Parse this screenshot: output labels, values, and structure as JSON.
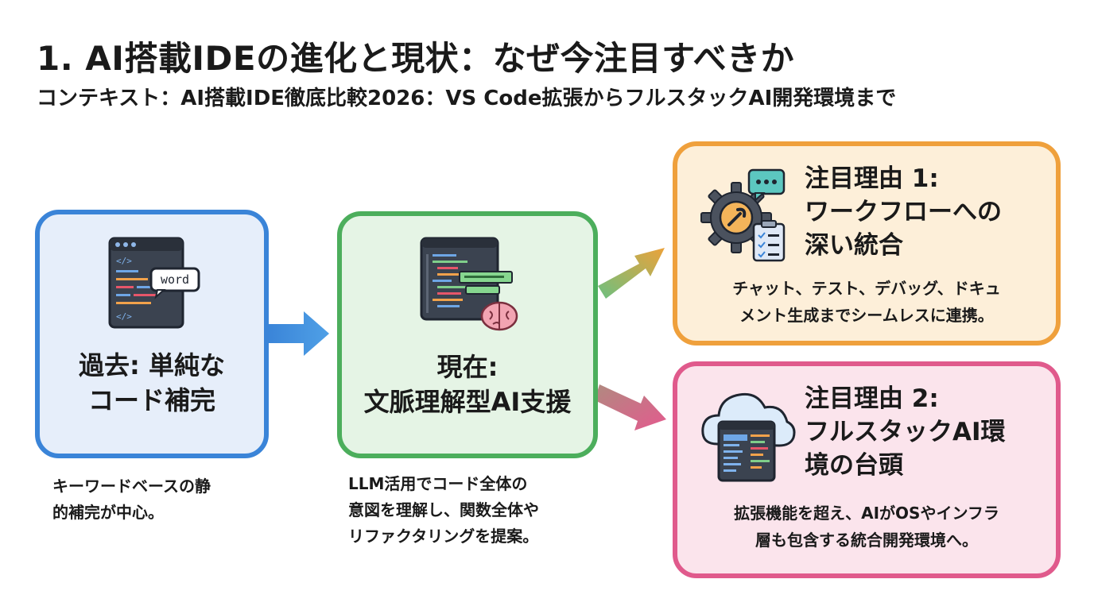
{
  "title": "1. AI搭載IDEの進化と現状：なぜ今注目すべきか",
  "subtitle": "コンテキスト：AI搭載IDE徹底比較2026：VS Code拡張からフルスタックAI開発環境まで",
  "past": {
    "title_lines": [
      "過去: 単純な",
      "コード補完"
    ],
    "icon_badge": "word",
    "icon_code": "</> ",
    "description_lines": [
      "キーワードベースの静",
      "的補完が中心。"
    ]
  },
  "present": {
    "title_lines": [
      "現在:",
      "文脈理解型AI支援"
    ],
    "description_lines": [
      "LLM活用でコード全体の",
      "意図を理解し、関数全体や",
      "リファクタリングを提案。"
    ]
  },
  "reason1": {
    "title_lines": [
      "注目理由 1:",
      "ワークフローへの",
      "深い統合"
    ],
    "description_lines": [
      "チャット、テスト、デバッグ、ドキュ",
      "メント生成までシームレスに連携。"
    ]
  },
  "reason2": {
    "title_lines": [
      "注目理由 2:",
      "フルスタックAI環",
      "境の台頭"
    ],
    "description_lines": [
      "拡張機能を超え、AIがOSやインフラ",
      "層も包含する統合開発環境へ。"
    ]
  },
  "colors": {
    "blue": "#3a84d8",
    "green": "#4cae5c",
    "orange": "#efa03c",
    "pink": "#e05a8c"
  },
  "icons": {
    "past": "code-editor-icon",
    "present": "code-editor-brain-icon",
    "reason1": "gear-chat-checklist-icon",
    "reason2": "cloud-editor-icon"
  }
}
